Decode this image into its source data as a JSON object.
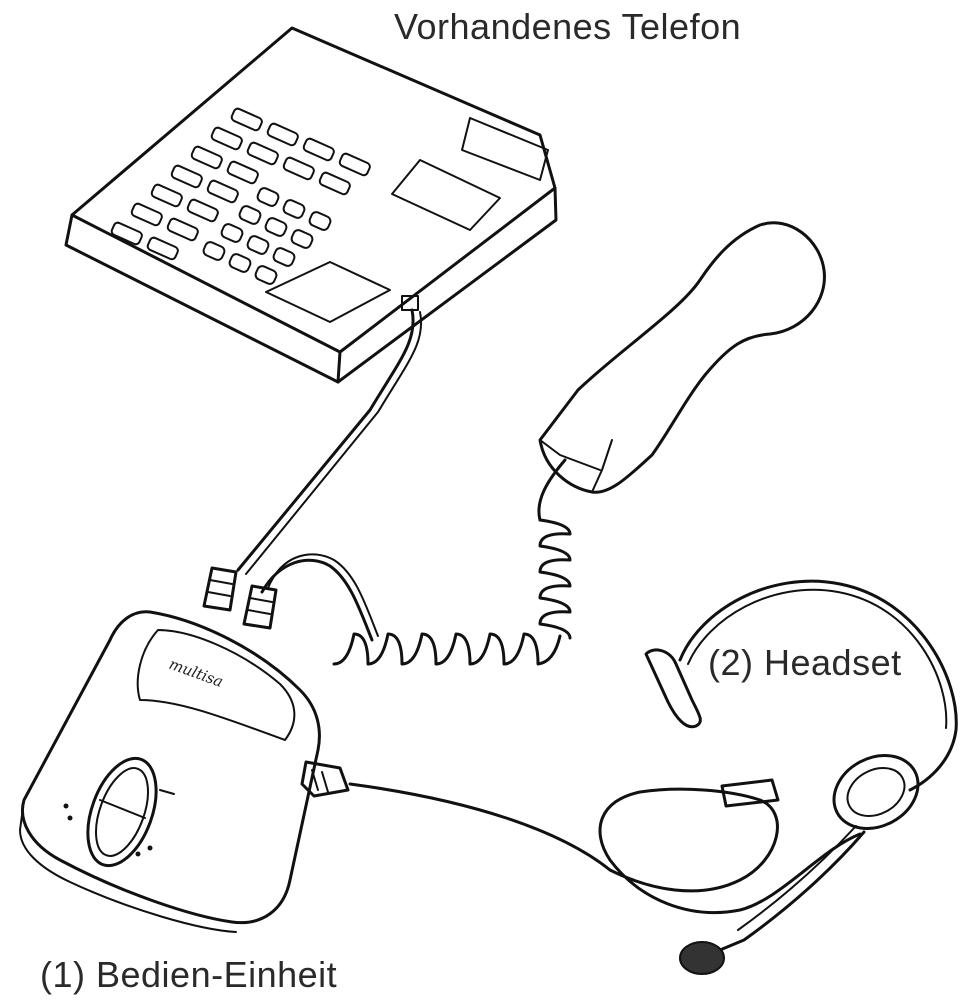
{
  "labels": {
    "existing_phone": "Vorhandenes Telefon",
    "headset": "(2) Headset",
    "control_unit": "(1) Bedien-Einheit"
  },
  "unit_brand": "multisa",
  "colors": {
    "line": "#111111",
    "text": "#2a2a2a",
    "background": "#ffffff"
  }
}
